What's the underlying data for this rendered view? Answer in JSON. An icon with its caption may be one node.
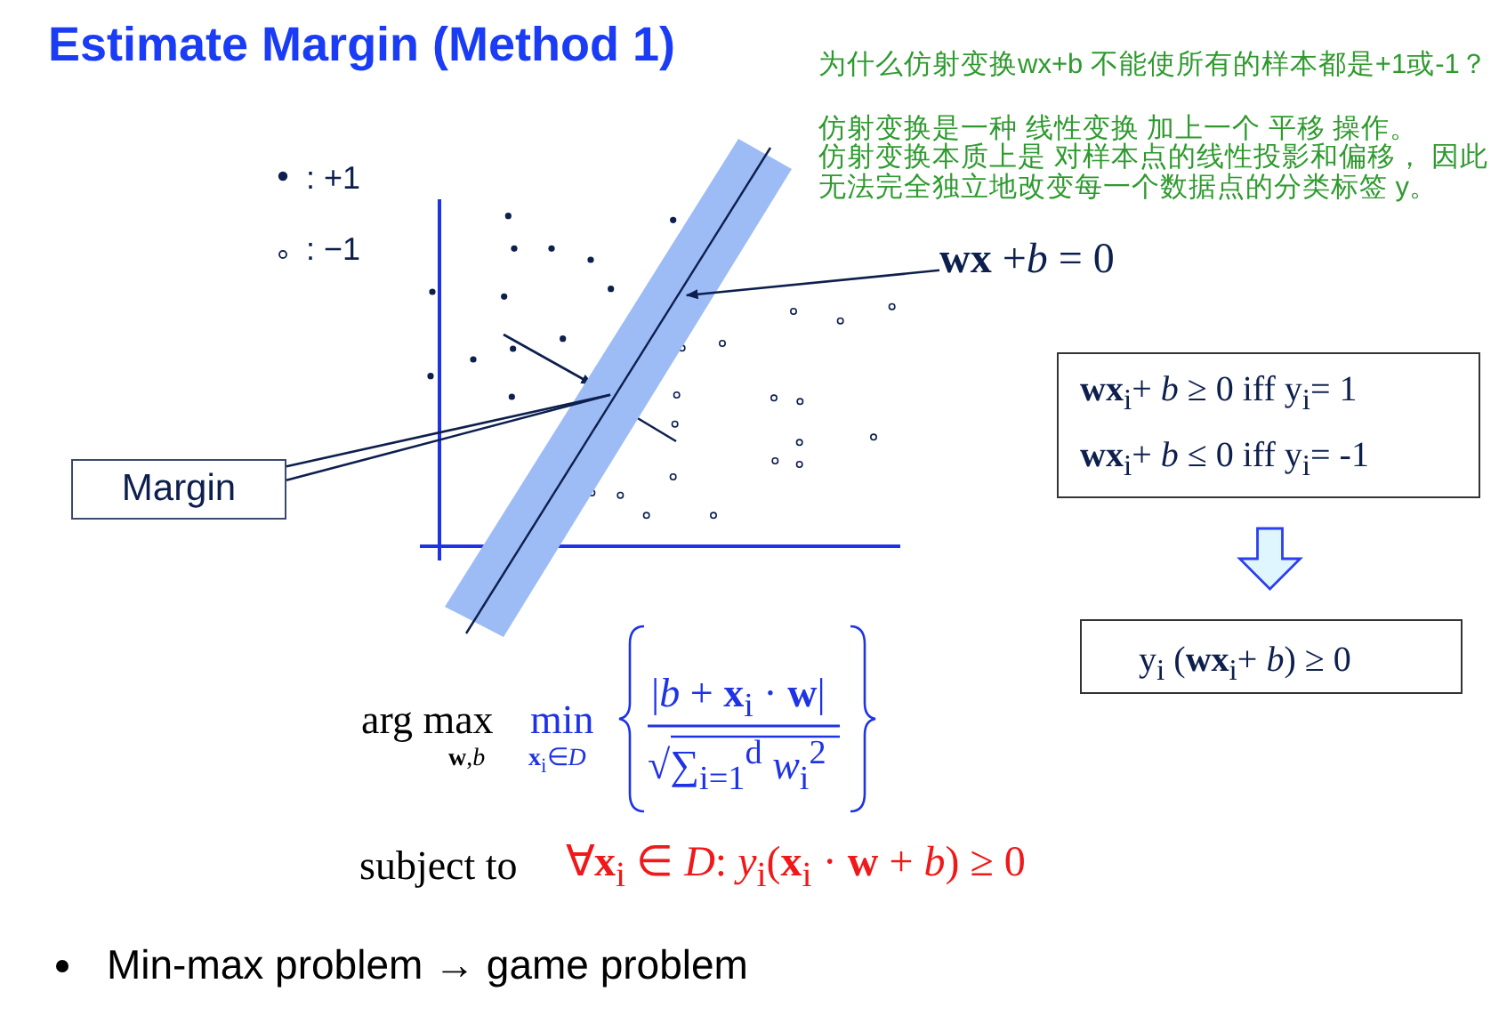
{
  "diagram": {
    "title": "Estimate Margin (Method 1)",
    "nodes": [
      {
        "text": [
          "Margin"
        ]
      },
      {
        "text": [],
        "shape": "bar"
      },
      {
        "text": [
          "**wx** +*b* = 0"
        ]
      },
      {
        "text": [],
        "shape": "line",
        "in": 1
      },
      {
        "text": [
          "**wx**$_{i}$+ *b* ≥ 0  iff y$_{i}$= 1",
          "**wx**$_{i}$+ *b* ≤ 0  iff y$_{i}$= -1"
        ]
      },
      {
        "text": [
          "y$_{i}$ (**wx**$_{i}$+ *b*)  ≥ 0"
        ]
      }
    ],
    "edges": [
      {
        "from": 0,
        "to": 1,
        "arrow": "none"
      },
      {
        "from": 0,
        "to": 1,
        "arrow": "none"
      },
      {
        "from": 2,
        "to": 3,
        "arrow": "to"
      },
      {
        "from": 4,
        "to": 5,
        "arrow": "to"
      }
    ],
    "labels": [
      "为什么仿射变换wx+b 不能使所有的样本都是+1或-1？",
      "仿射变换是一种 线性变换 加上一个 平移 操作。",
      "仿射变换本质上是 对样本点的线性投影和偏移， 因此无法完全独立地改变每一个数据点的分类标签 y。",
      "arg max",
      "**w**,*b*",
      "min",
      "**x**$_{i}$∈*D*",
      "|*b* + **x**$_{i}$ · **w**|",
      "√∑$_{i=1}$$^{d}$ *w*$_{i}$$^{2}$",
      "subject to",
      "∀**x**$_{i}$ ∈ *D*: *y*$_{i}$(**x**$_{i}$ · **w** + *b*) ≥ 0",
      "Min-max problem → game problem"
    ],
    "legend": [
      {
        "text": ": +1"
      },
      {
        "text": ": −1"
      }
    ]
  }
}
